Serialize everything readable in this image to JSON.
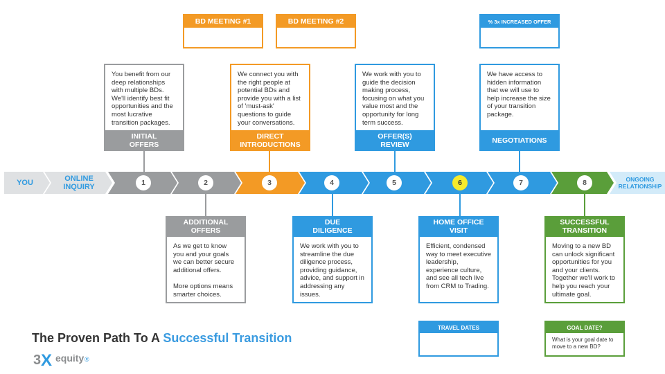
{
  "colors": {
    "gray": "#9a9c9e",
    "orange": "#f39a25",
    "blue": "#2f9ae0",
    "green": "#5a9e3a",
    "yellow": "#f7ea2b",
    "light_gray": "#dfe1e3",
    "light_blue": "#d3ebf9"
  },
  "timeline": {
    "start_label": "YOU",
    "online_label": "ONLINE\nINQUIRY",
    "end_label": "ONGOING\nRELATIONSHIP",
    "steps": [
      "1",
      "2",
      "3",
      "4",
      "5",
      "6",
      "7",
      "8"
    ]
  },
  "top_cards": [
    {
      "title": "INITIAL\nOFFERS",
      "body": "You benefit from our deep relationships with multiple BDs. We'll identify best fit opportunities and the most lucrative transition packages."
    },
    {
      "title": "DIRECT\nINTRODUCTIONS",
      "body": "We connect you with the right people at potential BDs and provide you with a list of 'must-ask' questions to guide your conversations."
    },
    {
      "title": "OFFER(S)\nREVIEW",
      "body": "We work with you to guide the decision making process, focusing on what you value most and the opportunity for long term success."
    },
    {
      "title": "NEGOTIATIONS",
      "body": "We have access to hidden information that we will use to help increase the size of your transition package."
    }
  ],
  "bottom_cards": [
    {
      "title": "ADDITIONAL\nOFFERS",
      "body": "As we get to know you and your goals we can better secure additional offers.\n\nMore options means smarter choices."
    },
    {
      "title": "DUE\nDILIGENCE",
      "body": "We work with you to streamline the due diligence process, providing guidance, advice, and support in addressing any issues."
    },
    {
      "title": "HOME OFFICE\nVISIT",
      "body": "Efficient, condensed way to meet executive leadership, experience culture, and see all tech live from CRM to Trading."
    },
    {
      "title": "SUCCESSFUL\nTRANSITION",
      "body": "Moving to a new BD can unlock significant opportunities for you and your clients. Together we'll work to help you reach your ultimate goal."
    }
  ],
  "meetings": {
    "bd1": "BD MEETING #1",
    "bd2": "BD MEETING #2",
    "increased": "% 3x INCREASED OFFER",
    "travel": "TRAVEL DATES",
    "goal": "GOAL DATE?",
    "goal_text": "What is your goal date to move to a new BD?"
  },
  "footer": {
    "title_prefix": "The Proven Path To A ",
    "title_highlight": "Successful Transition",
    "logo_text": "equity"
  }
}
